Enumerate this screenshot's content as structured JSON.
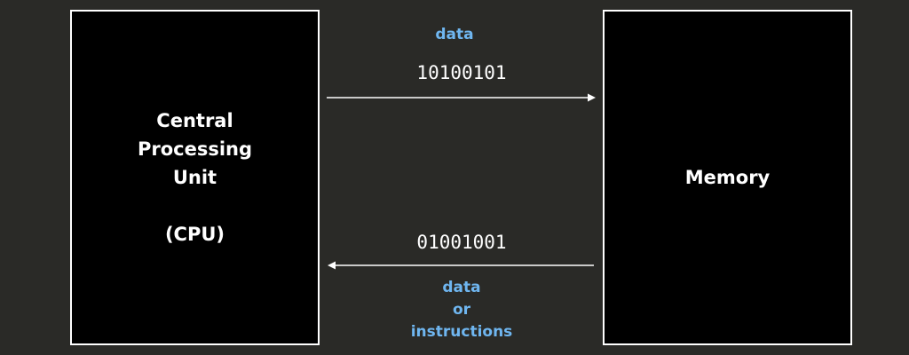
{
  "cpu": {
    "label": "Central\nProcessing\nUnit\n\n(CPU)"
  },
  "memory": {
    "label": "Memory"
  },
  "arrow_to_memory": {
    "label": "data",
    "value": "10100101"
  },
  "arrow_to_cpu": {
    "label": "data\nor\ninstructions",
    "value": "01001001"
  },
  "colors": {
    "background": "#2a2a27",
    "box_fill": "#000000",
    "box_border": "#ffffff",
    "accent": "#6fb6f0"
  }
}
